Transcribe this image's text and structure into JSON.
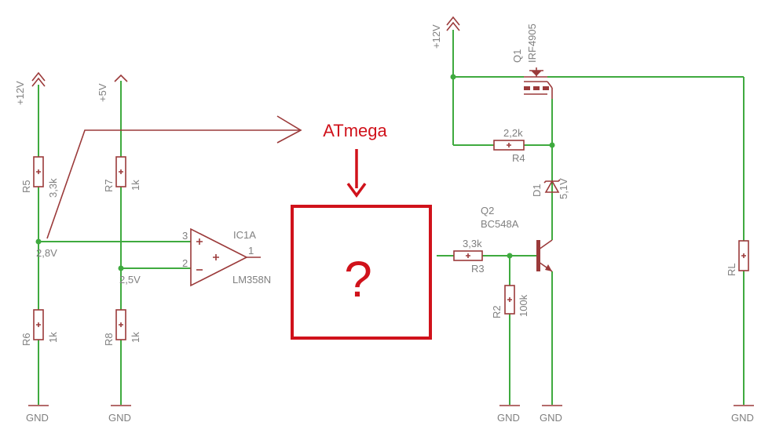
{
  "annotation": {
    "title": "ATmega",
    "question_mark": "?"
  },
  "supplies": {
    "plus12": "+12V",
    "plus5": "+5V",
    "gnd": "GND"
  },
  "resistors": {
    "r5": {
      "name": "R5",
      "value": "3,3k"
    },
    "r6": {
      "name": "R6",
      "value": "1k"
    },
    "r7": {
      "name": "R7",
      "value": "1k"
    },
    "r8": {
      "name": "R8",
      "value": "1k"
    },
    "r3": {
      "name": "R3",
      "value": "3,3k"
    },
    "r2": {
      "name": "R2",
      "value": "100k"
    },
    "r4": {
      "name": "R4",
      "value": "2,2k"
    },
    "rl": {
      "name": "RL"
    }
  },
  "opamp": {
    "name": "IC1A",
    "part": "LM358N",
    "pin_plus": "3",
    "pin_minus": "2",
    "pin_out": "1"
  },
  "nodes": {
    "v_divider1": "2,8V",
    "v_divider2": "2,5V"
  },
  "transistor_q2": {
    "name": "Q2",
    "part": "BC548A"
  },
  "mosfet_q1": {
    "name": "Q1",
    "part": "IRF4905"
  },
  "zener_d1": {
    "name": "D1",
    "value": "5,1V"
  },
  "colors": {
    "wire": "#3faa3f",
    "component": "#9b3a3a",
    "label": "#808080",
    "annotation": "#d0121b"
  }
}
